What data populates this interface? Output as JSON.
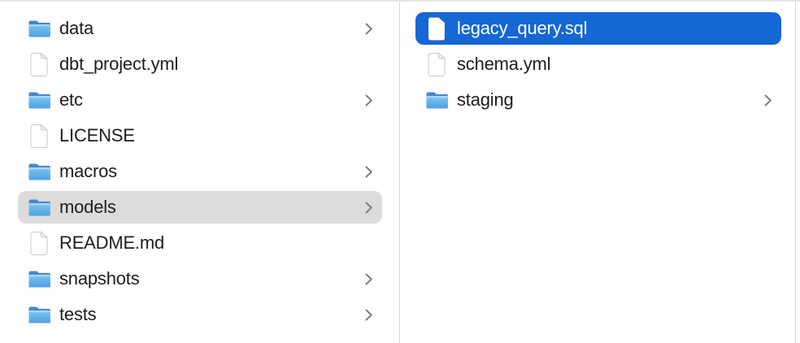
{
  "app": "finder-column-browser",
  "colors": {
    "selection_active_blue": "#1567d4",
    "selection_inactive_gray": "#dcdcdc",
    "selected_text": "#ffffff",
    "text": "#1d1d1f",
    "divider": "#d6d6d6",
    "top_hairline": "#e5e5e5",
    "chevron": "#7d7d7d",
    "folder_blue_dark": "#4489cc",
    "folder_blue_light": "#7ec5f2",
    "folder_blue_mid": "#4fa1e2",
    "document_border": "#c9c9c9"
  },
  "columns": [
    {
      "name": "project-root-column",
      "items": [
        {
          "label": "data",
          "type": "folder",
          "chevron": true,
          "selected": false,
          "selection": null
        },
        {
          "label": "dbt_project.yml",
          "type": "file",
          "chevron": false,
          "selected": false,
          "selection": null
        },
        {
          "label": "etc",
          "type": "folder",
          "chevron": true,
          "selected": false,
          "selection": null
        },
        {
          "label": "LICENSE",
          "type": "file",
          "chevron": false,
          "selected": false,
          "selection": null
        },
        {
          "label": "macros",
          "type": "folder",
          "chevron": true,
          "selected": false,
          "selection": null
        },
        {
          "label": "models",
          "type": "folder",
          "chevron": true,
          "selected": true,
          "selection": "inactive"
        },
        {
          "label": "README.md",
          "type": "file",
          "chevron": false,
          "selected": false,
          "selection": null
        },
        {
          "label": "snapshots",
          "type": "folder",
          "chevron": true,
          "selected": false,
          "selection": null
        },
        {
          "label": "tests",
          "type": "folder",
          "chevron": true,
          "selected": false,
          "selection": null
        }
      ]
    },
    {
      "name": "models-folder-column",
      "items": [
        {
          "label": "legacy_query.sql",
          "type": "file",
          "chevron": false,
          "selected": true,
          "selection": "active"
        },
        {
          "label": "schema.yml",
          "type": "file",
          "chevron": false,
          "selected": false,
          "selection": null
        },
        {
          "label": "staging",
          "type": "folder",
          "chevron": true,
          "selected": false,
          "selection": null
        }
      ]
    }
  ]
}
